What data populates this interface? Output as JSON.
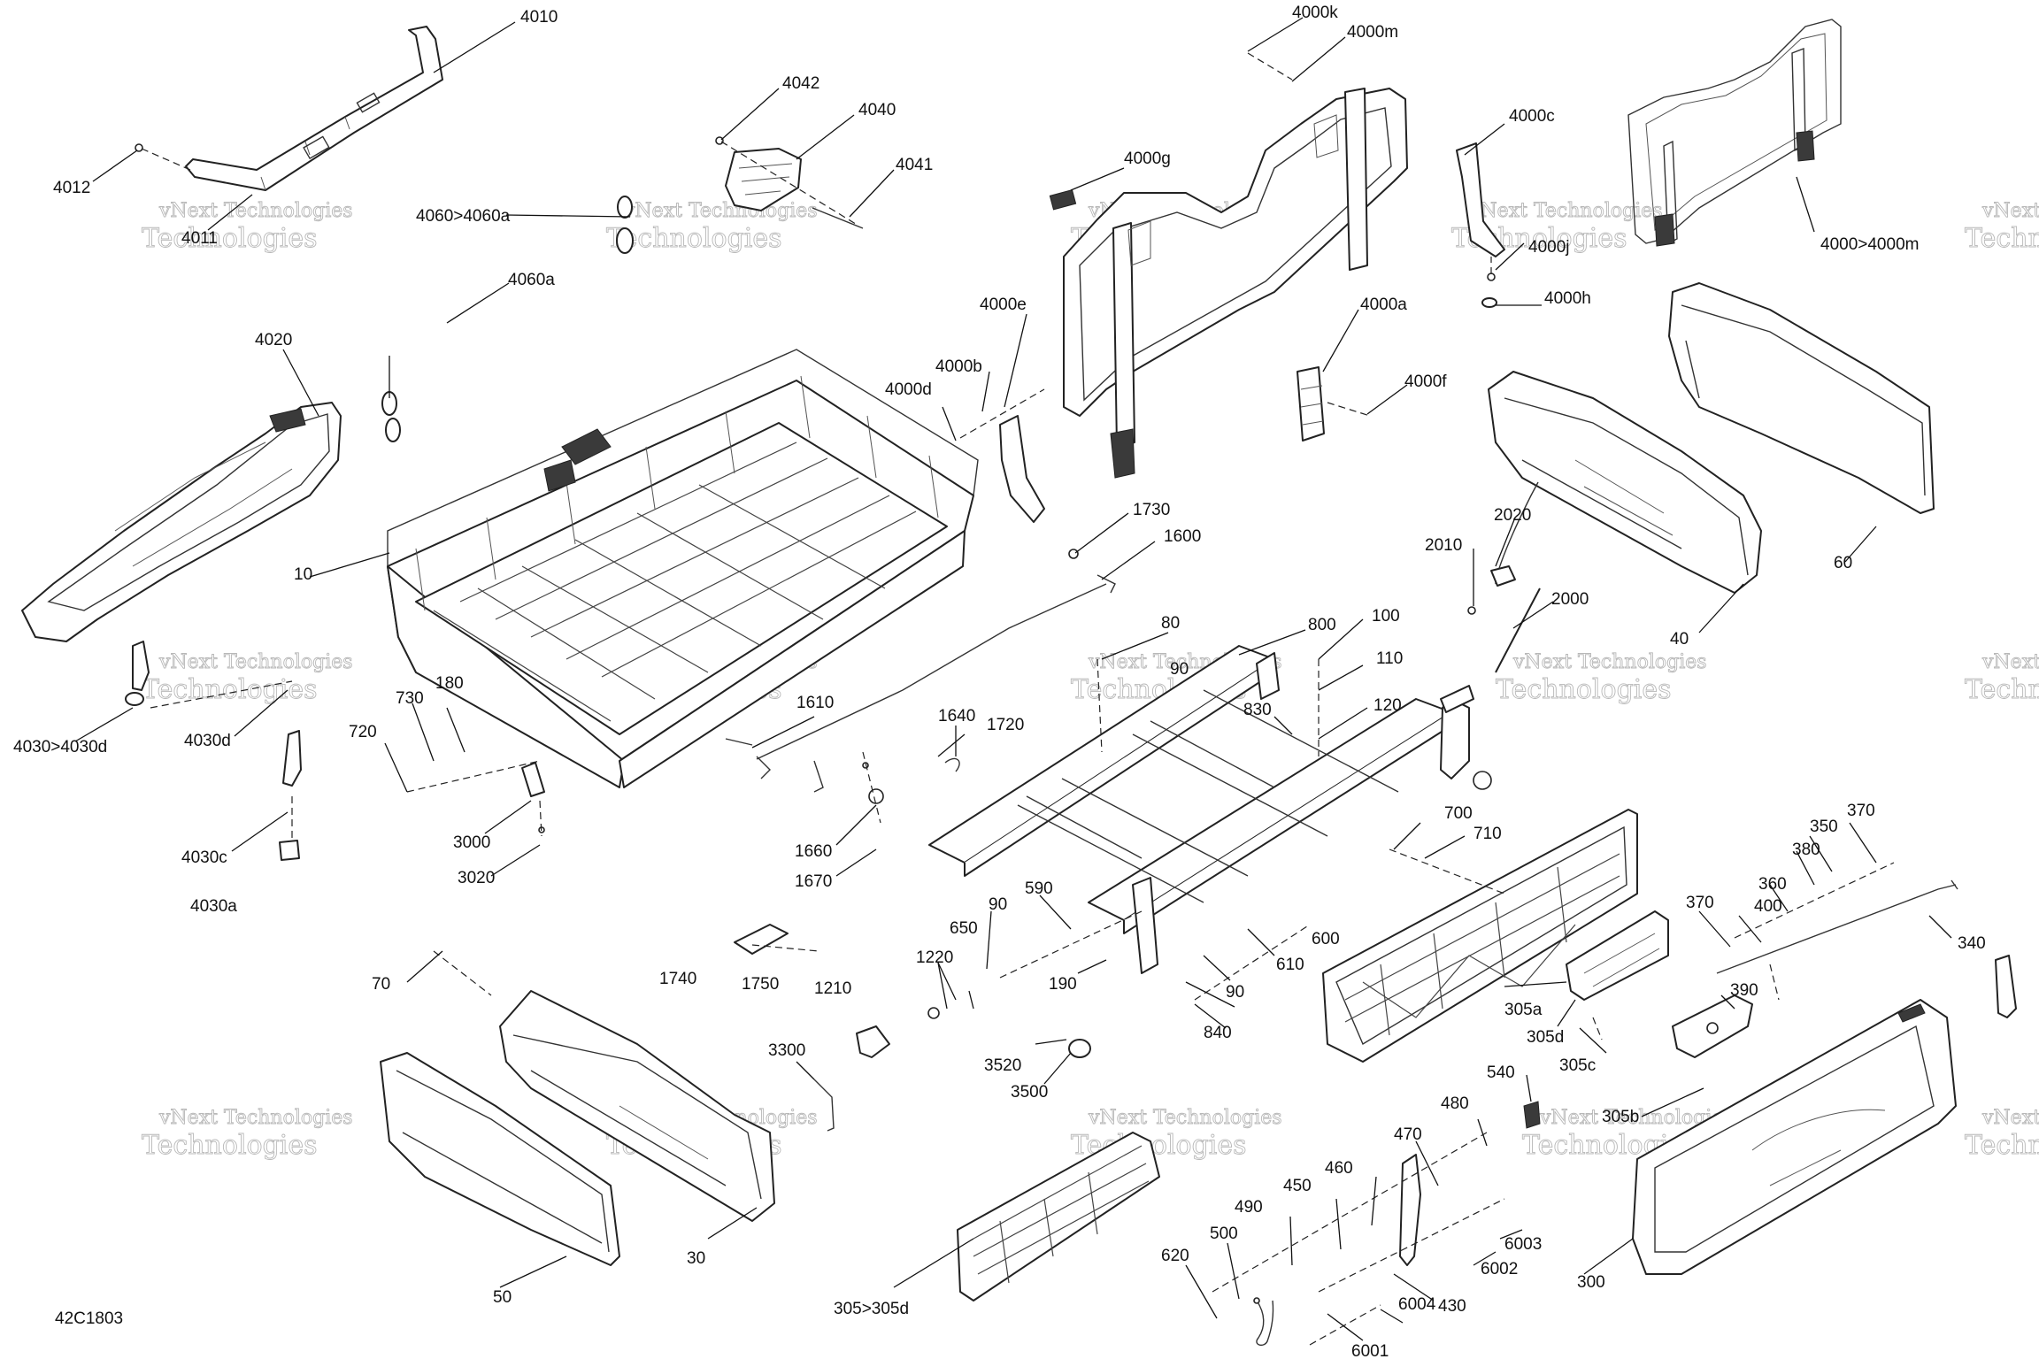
{
  "diagram": {
    "code": "42C1803",
    "watermark": {
      "line1": "vNext Technologies",
      "line2": "Technologies"
    },
    "callouts": [
      "4010",
      "4012",
      "4011",
      "4042",
      "4040",
      "4041",
      "4060>4060a",
      "4060a",
      "4000k",
      "4000m",
      "4000g",
      "4000c",
      "4000j",
      "4000h",
      "4000>4000m",
      "4000e",
      "4000b",
      "4000d",
      "4000a",
      "4000f",
      "4020",
      "10",
      "60",
      "40",
      "1730",
      "1600",
      "2010",
      "2020",
      "2000",
      "80",
      "800",
      "100",
      "90",
      "110",
      "120",
      "830",
      "4030>4030d",
      "4030d",
      "730",
      "180",
      "720",
      "3000",
      "3020",
      "4030c",
      "4030a",
      "1610",
      "1640",
      "1720",
      "1660",
      "1670",
      "700",
      "710",
      "370",
      "350",
      "380",
      "360",
      "400",
      "340",
      "370",
      "70",
      "1740",
      "1750",
      "1220",
      "1210",
      "650",
      "90",
      "590",
      "190",
      "600",
      "610",
      "90",
      "840",
      "305a",
      "305d",
      "305c",
      "390",
      "3300",
      "3520",
      "3500",
      "540",
      "305b",
      "470",
      "480",
      "460",
      "450",
      "490",
      "500",
      "620",
      "6003",
      "6002",
      "6004",
      "6001",
      "430",
      "300",
      "50",
      "30",
      "305>305d"
    ]
  }
}
